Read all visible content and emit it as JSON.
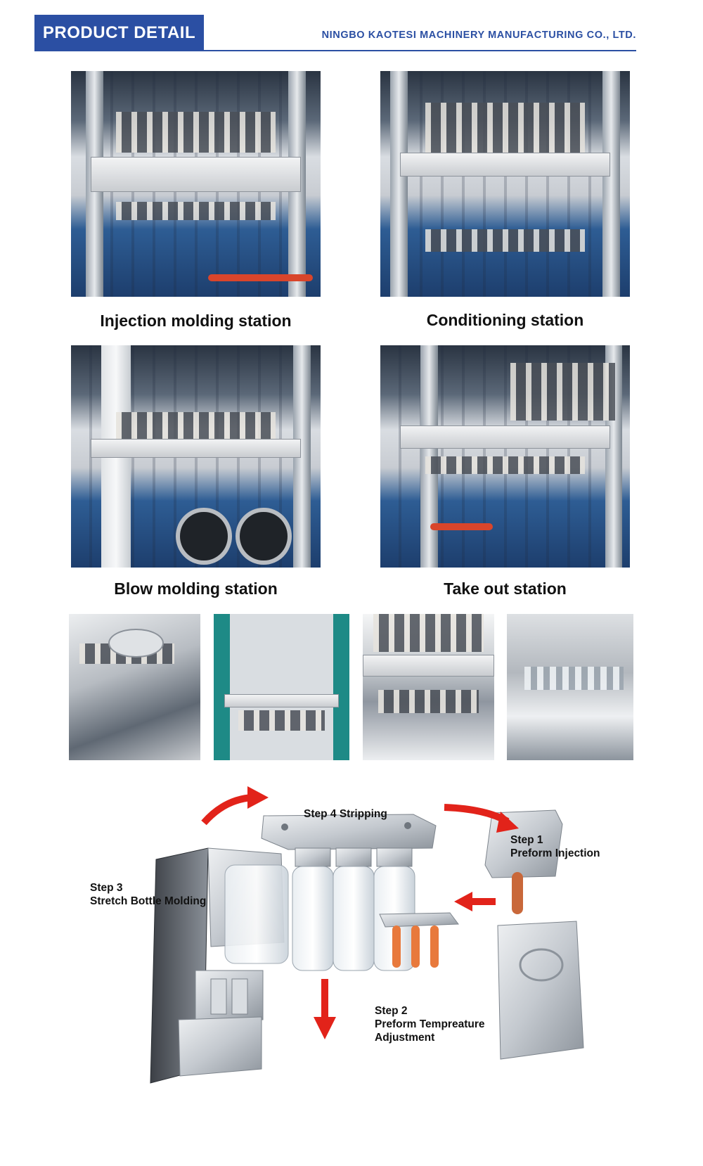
{
  "header": {
    "badge": "PRODUCT DETAIL",
    "company": "NINGBO KAOTESI MACHINERY MANUFACTURING CO., LTD.",
    "accent_color": "#2b4fa3"
  },
  "stations": [
    {
      "caption": "Injection molding station"
    },
    {
      "caption": "Conditioning station"
    },
    {
      "caption": "Blow molding station"
    },
    {
      "caption": "Take out station"
    }
  ],
  "diagram": {
    "steps": {
      "step4": {
        "line1": "Step 4 Stripping"
      },
      "step1": {
        "line1": "Step 1",
        "line2": "Preform Injection"
      },
      "step3": {
        "line1": "Step 3",
        "line2": "Stretch Bottle Molding"
      },
      "step2": {
        "line1": "Step 2",
        "line2": "Preform Tempreature",
        "line3": "Adjustment"
      }
    },
    "arrow_color": "#e2231a"
  }
}
